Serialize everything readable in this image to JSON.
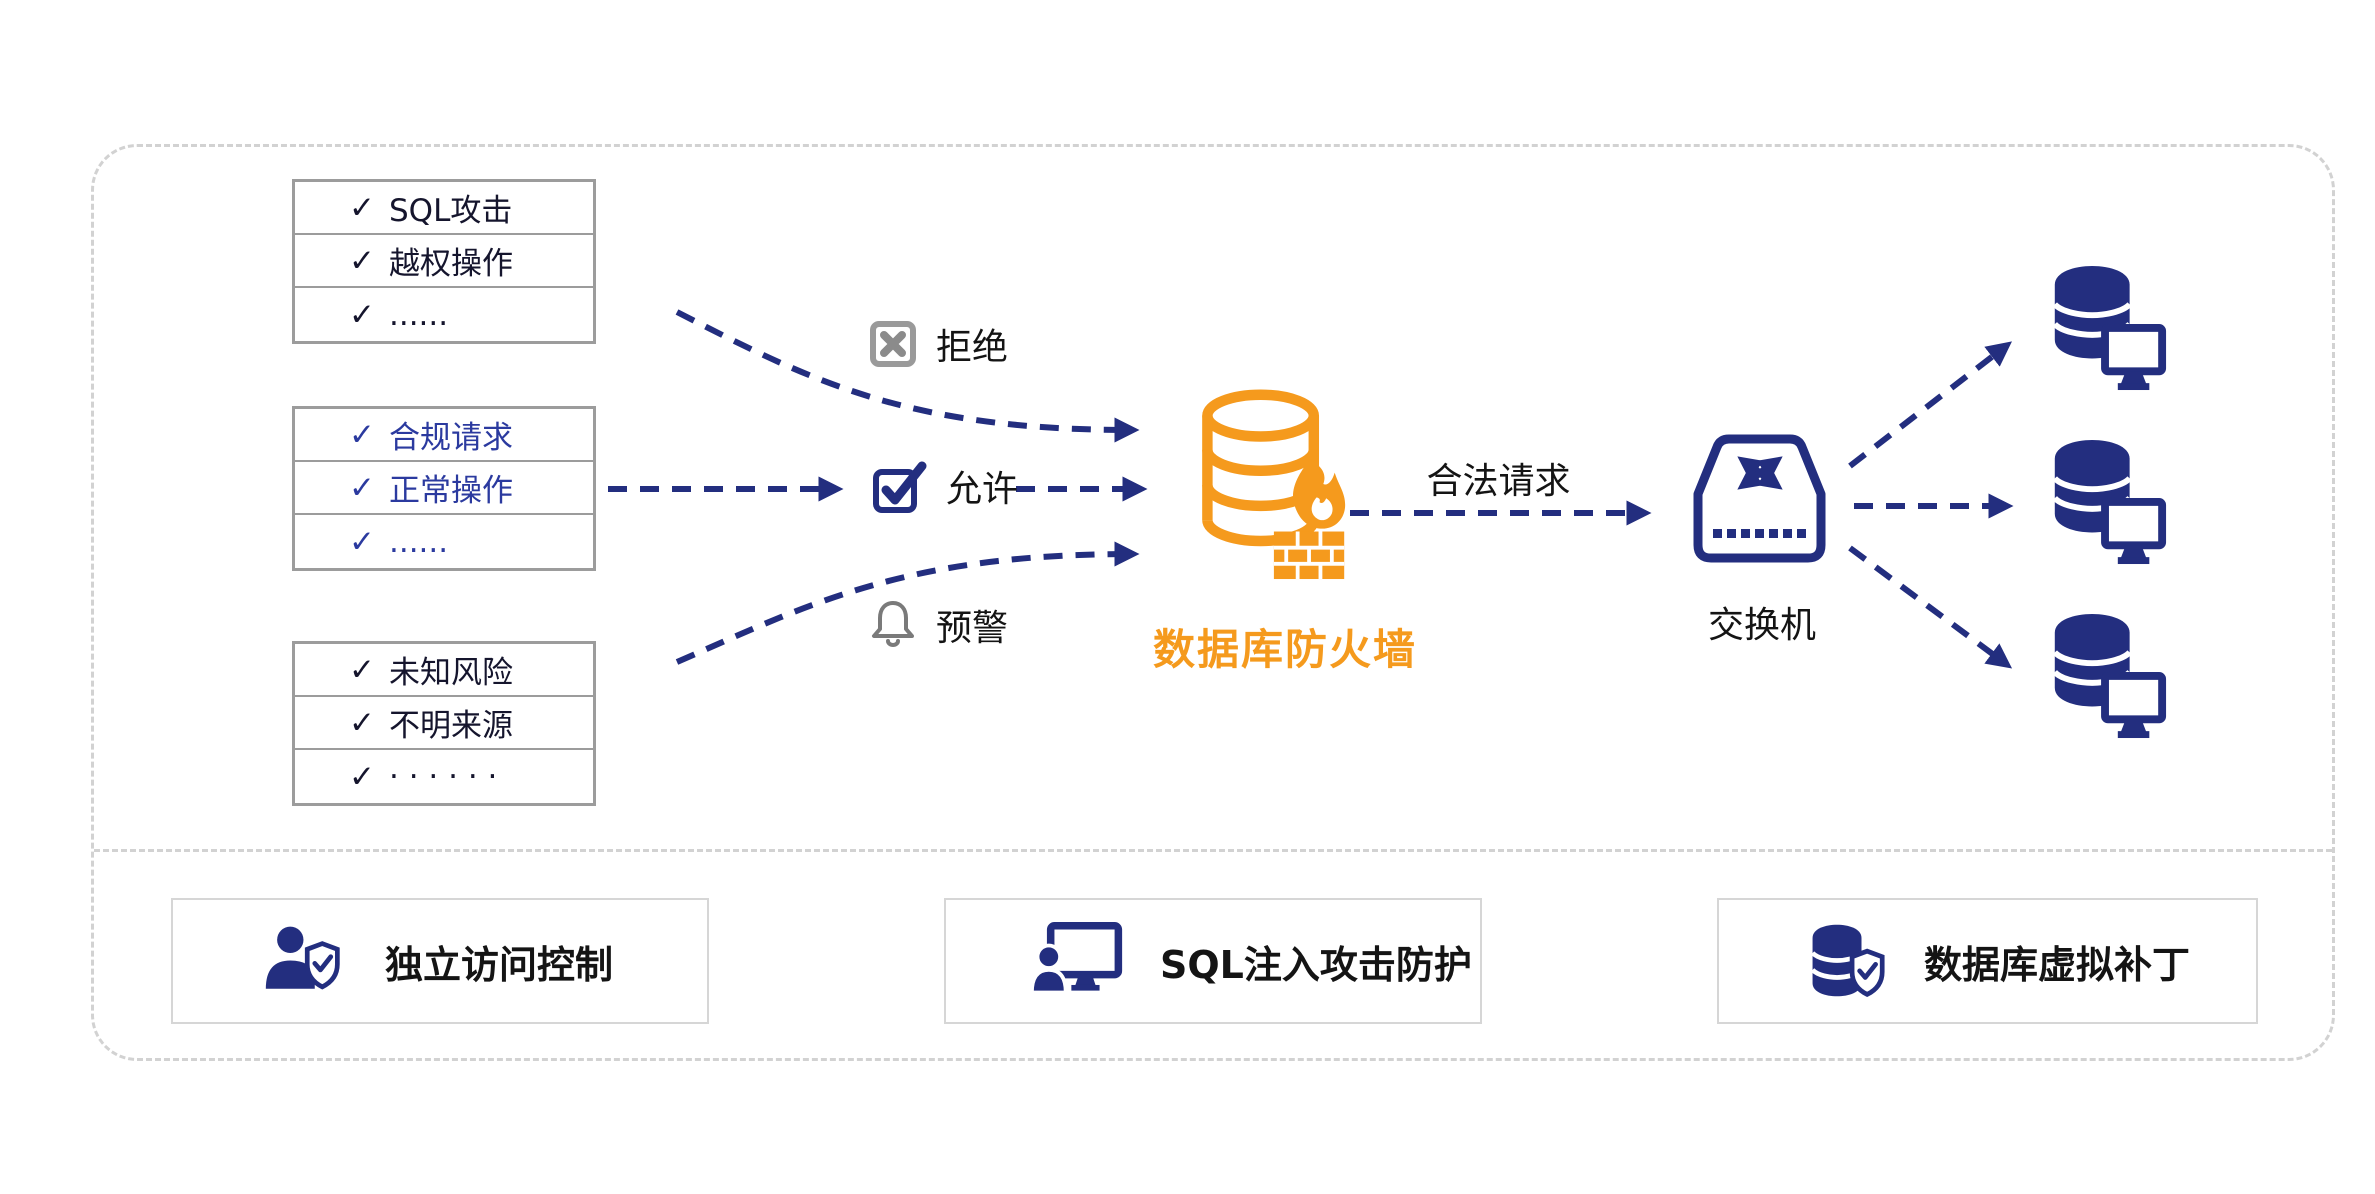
{
  "glyphs": {
    "check": "✓"
  },
  "checklists": {
    "threats": {
      "items": [
        "SQL攻击",
        "越权操作",
        "......"
      ]
    },
    "legit": {
      "items": [
        "合规请求",
        "正常操作",
        "......"
      ]
    },
    "unknown": {
      "items": [
        "未知风险",
        "不明来源",
        "· · · · · ·"
      ]
    }
  },
  "actions": {
    "reject": "拒绝",
    "allow": "允许",
    "alert": "预警"
  },
  "firewall": {
    "label": "数据库防火墙"
  },
  "flow": {
    "legal_request": "合法请求"
  },
  "switch": {
    "label": "交换机"
  },
  "features": [
    {
      "label": "独立访问控制",
      "icon": "user-shield-icon"
    },
    {
      "label": "SQL注入攻击防护",
      "icon": "user-monitor-icon"
    },
    {
      "label": "数据库虚拟补丁",
      "icon": "database-shield-icon"
    }
  ],
  "colors": {
    "navy": "#232e7f",
    "orange": "#f59a1d",
    "blue_text": "#2b3a9f",
    "gray": "#9c9c9c"
  }
}
